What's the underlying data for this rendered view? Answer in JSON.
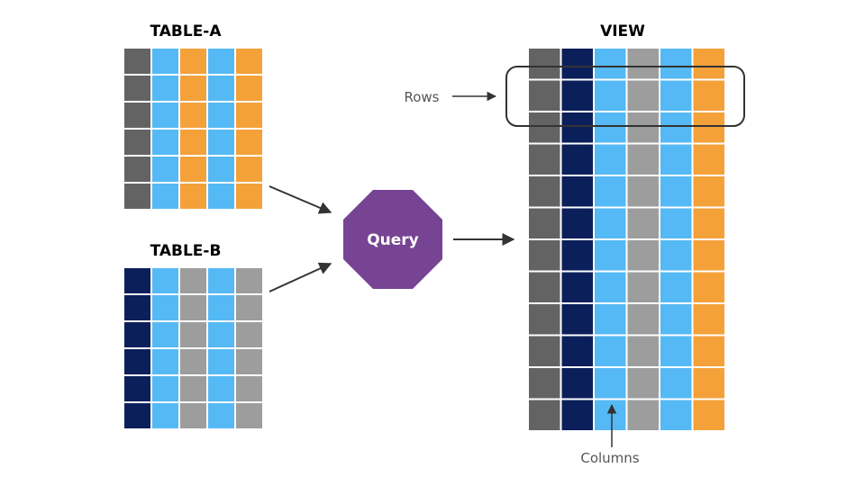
{
  "labels": {
    "table_a": "TABLE-A",
    "table_b": "TABLE-B",
    "view": "VIEW",
    "query": "Query",
    "rows": "Rows",
    "columns": "Columns"
  },
  "colors": {
    "dark_gray": "#636363",
    "navy": "#0b1f5a",
    "light_blue": "#55b9f5",
    "orange": "#f4a13a",
    "gray": "#9d9d9d",
    "query_purple": "#764493",
    "arrow": "#333333"
  },
  "tables": {
    "table_a": {
      "columns": [
        "dark_gray",
        "light_blue",
        "orange",
        "light_blue",
        "orange"
      ],
      "rows": 6
    },
    "table_b": {
      "columns": [
        "navy",
        "light_blue",
        "gray",
        "light_blue",
        "gray"
      ],
      "rows": 6
    },
    "view": {
      "columns": [
        "dark_gray",
        "navy",
        "light_blue",
        "gray",
        "light_blue",
        "orange"
      ],
      "rows": 12
    }
  }
}
